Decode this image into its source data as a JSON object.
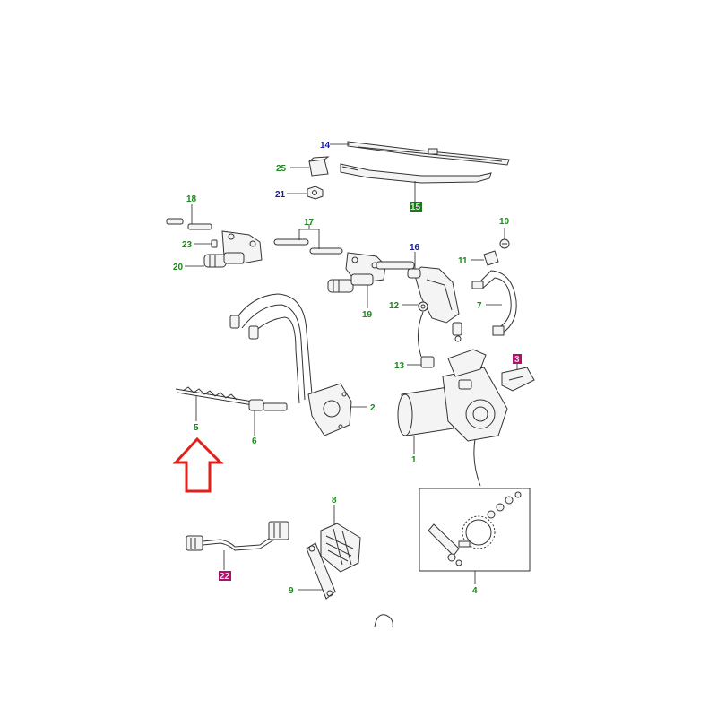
{
  "colors": {
    "green": "#1a8a1a",
    "blue": "#1a1aa0",
    "highlight_green_bg": "#1a7a1a",
    "highlight_magenta_bg": "#b0106a",
    "highlight_text": "#e0e0e0",
    "arrow": "#e0201a"
  },
  "labels": {
    "l1": "1",
    "l2": "2",
    "l3": "3",
    "l4": "4",
    "l5": "5",
    "l6": "6",
    "l7": "7",
    "l8": "8",
    "l9": "9",
    "l10": "10",
    "l11": "11",
    "l12": "12",
    "l13": "13",
    "l14": "14",
    "l15": "15",
    "l16": "16",
    "l17": "17",
    "l18": "18",
    "l19": "19",
    "l20": "20",
    "l21": "21",
    "l22": "22",
    "l23": "23",
    "l25": "25"
  },
  "icons": {
    "pointer": "up-arrow-outline-icon"
  }
}
